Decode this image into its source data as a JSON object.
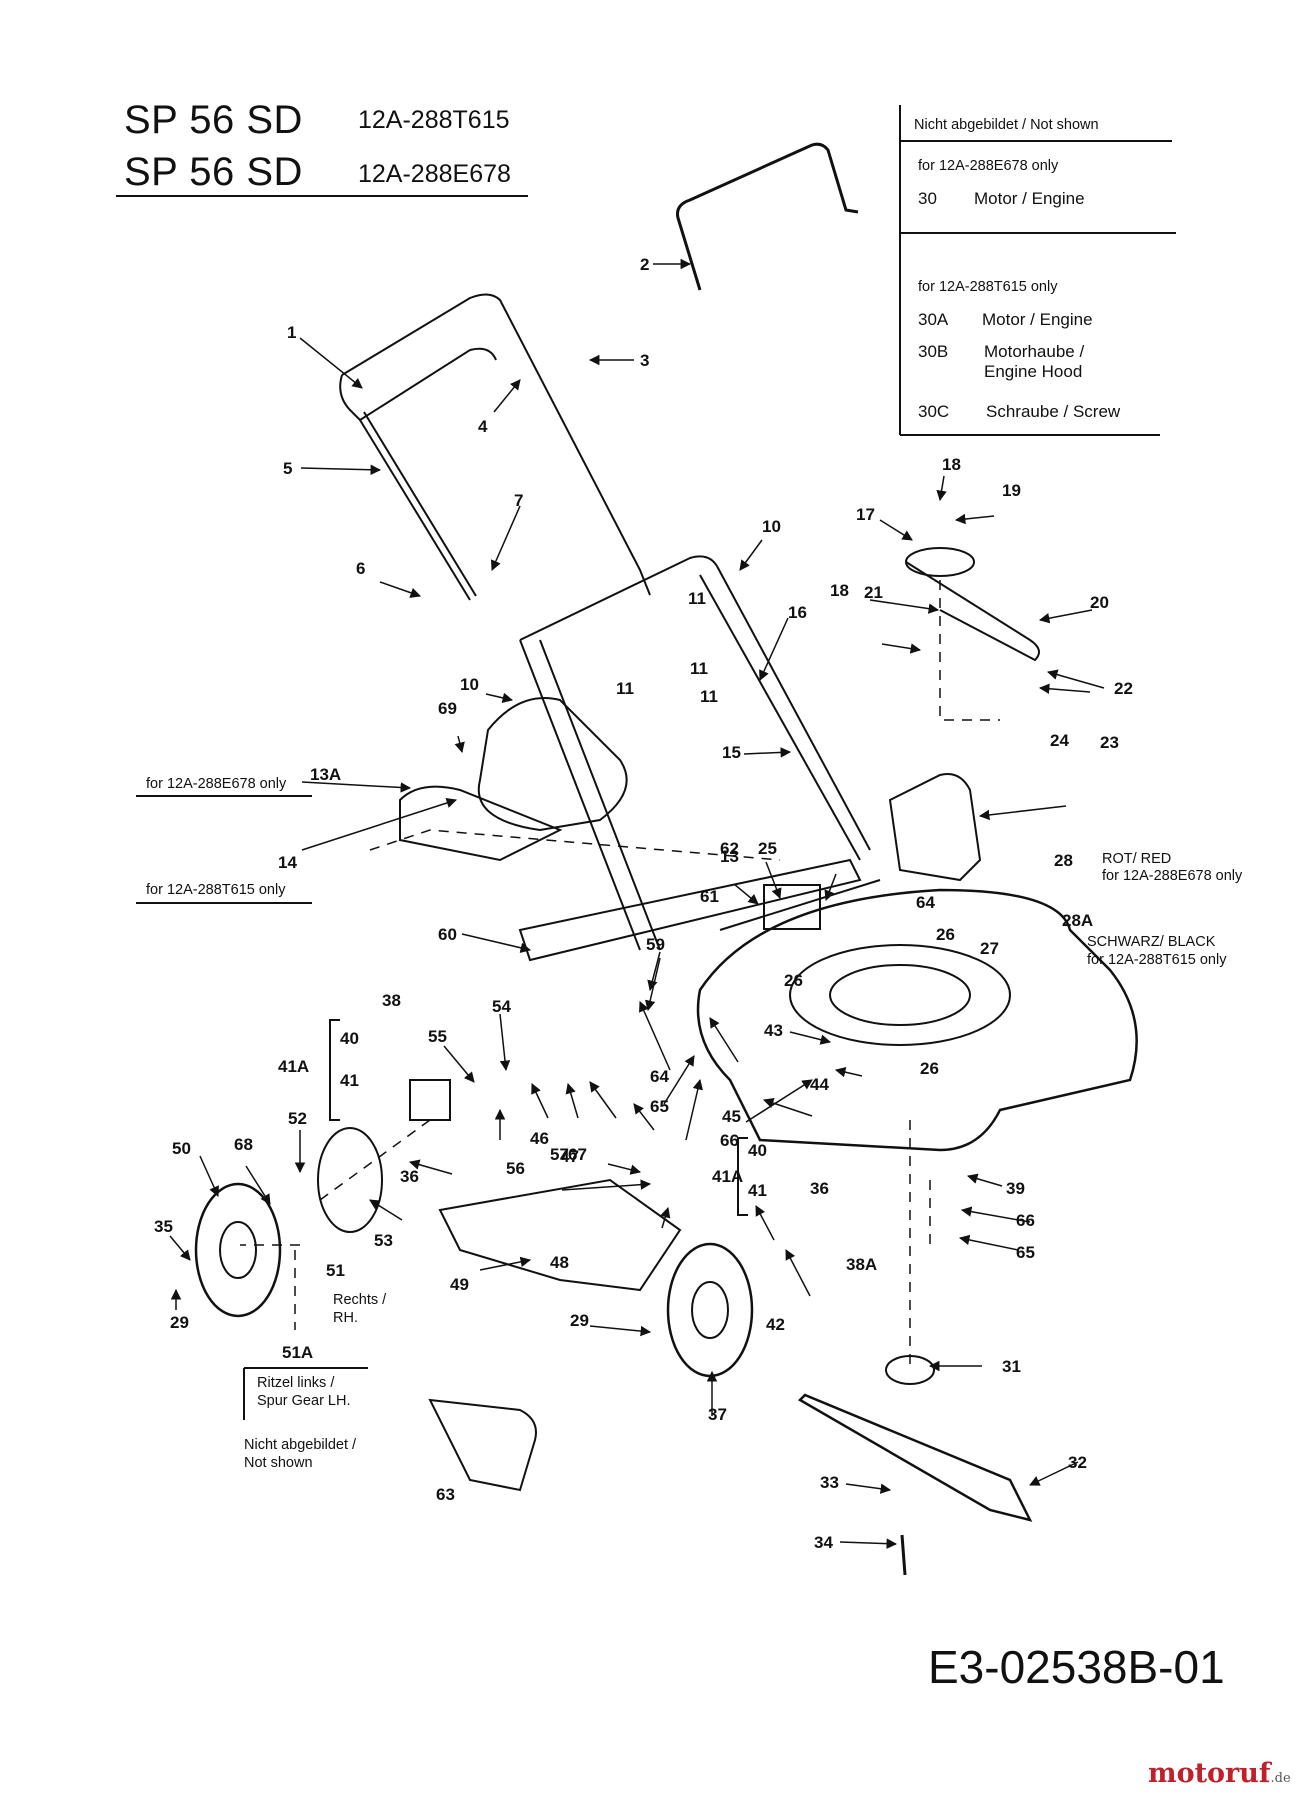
{
  "header": {
    "models": [
      {
        "name": "SP 56 SD",
        "part_no": "12A-288T615"
      },
      {
        "name": "SP 56 SD",
        "part_no": "12A-288E678"
      }
    ]
  },
  "info_box": {
    "title": "Nicht abgebildet / Not shown",
    "group1": {
      "condition": "for 12A-288E678 only",
      "items": [
        {
          "num": "30",
          "desc": "Motor / Engine"
        }
      ]
    },
    "group2": {
      "condition": "for 12A-288T615 only",
      "items": [
        {
          "num": "30A",
          "desc": "Motor / Engine"
        },
        {
          "num": "30B",
          "desc": "Motorhaube / Engine Hood"
        },
        {
          "num": "30C",
          "desc": "Schraube / Screw"
        }
      ]
    }
  },
  "notes": {
    "for_e678": "for 12A-288E678 only",
    "for_t615": "for 12A-288T615 only",
    "red_deck": "ROT/ RED",
    "red_deck_cond": "for 12A-288E678 only",
    "black_deck": "SCHWARZ/ BLACK",
    "black_deck_cond": "for 12A-288T615 only",
    "rh": "Rechts / RH.",
    "spur_gear": "Ritzel links / Spur Gear LH.",
    "not_shown": "Nicht abgebildet / Not shown"
  },
  "callouts": [
    "1",
    "2",
    "3",
    "4",
    "5",
    "6",
    "7",
    "10",
    "10",
    "11",
    "11",
    "11",
    "11",
    "13",
    "13A",
    "14",
    "15",
    "16",
    "17",
    "18",
    "18",
    "19",
    "20",
    "21",
    "22",
    "23",
    "24",
    "25",
    "26",
    "26",
    "26",
    "27",
    "28",
    "28A",
    "29",
    "29",
    "31",
    "32",
    "33",
    "34",
    "35",
    "36",
    "36",
    "37",
    "38",
    "38A",
    "39",
    "40",
    "40",
    "41",
    "41",
    "41A",
    "41A",
    "42",
    "43",
    "44",
    "45",
    "46",
    "47",
    "48",
    "49",
    "50",
    "51",
    "51A",
    "52",
    "53",
    "54",
    "55",
    "56",
    "57",
    "59",
    "60",
    "61",
    "62",
    "63",
    "64",
    "64",
    "65",
    "65",
    "66",
    "66",
    "67",
    "68",
    "69"
  ],
  "footer": {
    "doc_number": "E3-02538B-01",
    "watermark_main": "motoruf",
    "watermark_tld": ".de"
  }
}
